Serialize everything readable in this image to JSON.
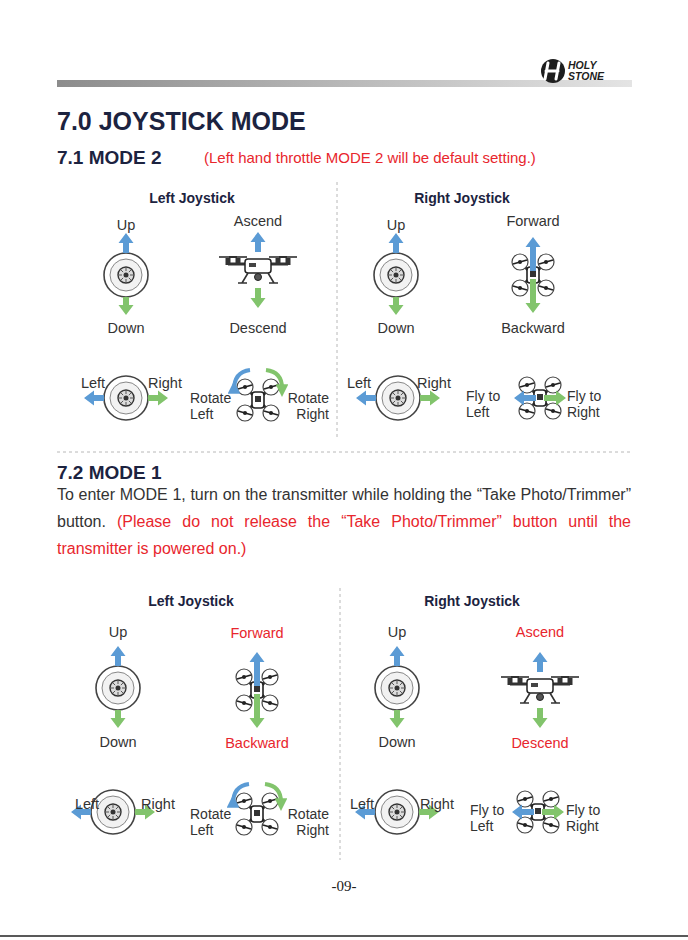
{
  "diagram": {
    "title": "7.0 JOYSTICK MODE",
    "labels": [
      "7.1 MODE 2",
      "(Left hand throttle MODE 2 will be default setting.)",
      "Left Joystick",
      "Up",
      "Ascend",
      "Down",
      "Descend",
      "Left",
      "Right",
      "Rotate Left",
      "Rotate Right",
      "Right Joystick",
      "Up",
      "Forward",
      "Down",
      "Backward",
      "Left",
      "Right",
      "Fly to Left",
      "Fly to Right",
      "7.2 MODE 1",
      "To enter MODE 1, turn on the transmitter while holding the “Take Photo/Trimmer” button.",
      "(Please do not release the “Take Photo/Trimmer” button until the transmitter is powered on.)",
      "Left Joystick",
      "Up",
      "Forward",
      "Down",
      "Backward",
      "Left",
      "Right",
      "Rotate Left",
      "Rotate Right",
      "Right Joystick",
      "Up",
      "Ascend",
      "Down",
      "Descend",
      "Left",
      "Right",
      "Fly to Left",
      "Fly to Right",
      "-09-",
      "HOLY STONE"
    ]
  }
}
